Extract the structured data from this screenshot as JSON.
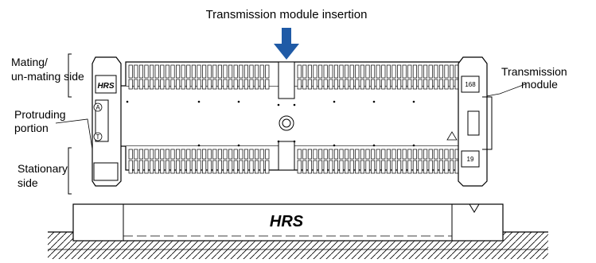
{
  "diagram": {
    "title": "Transmission module insertion",
    "labels": {
      "mating_side_line1": "Mating/",
      "mating_side_line2": "un-mating side",
      "protruding_line1": "Protruding",
      "protruding_line2": "portion",
      "stationary_line1": "Stationary",
      "stationary_line2": "side",
      "transmission_line1": "Transmission",
      "transmission_line2": "module"
    },
    "markings": {
      "left_logo": "HRS",
      "pos_168": "168",
      "pos_19": "19",
      "circle_a": "A",
      "circle_t": "T",
      "side_view_logo": "HRS"
    },
    "colors": {
      "arrow": "#1f5aa6",
      "outline": "#000000",
      "body_fill": "#ffffff"
    },
    "icons": {
      "insertion_arrow": "down-arrow-icon",
      "triangle_mark": "triangle-icon"
    }
  }
}
